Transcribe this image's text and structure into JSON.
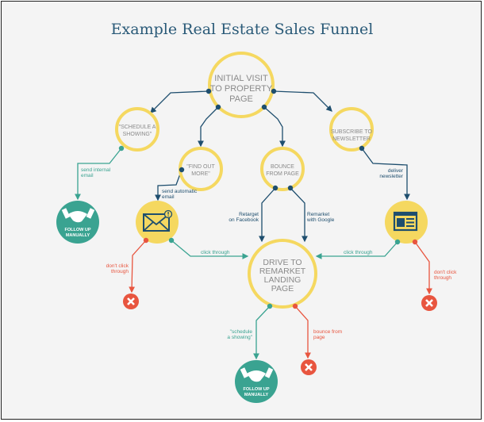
{
  "title": "Example Real Estate Sales Funnel",
  "colors": {
    "navy": "#1e4e6e",
    "teal": "#3aa391",
    "red": "#e8553f",
    "yellow": "#f5d860",
    "background": "#f4f4f4"
  },
  "nodes": {
    "initial": [
      "INITIAL VISIT",
      "TO PROPERTY",
      "PAGE"
    ],
    "schedule": [
      "\"SCHEDULE A",
      "SHOWING\""
    ],
    "find": [
      "\"FIND OUT",
      "MORE\""
    ],
    "bounce": [
      "BOUNCE",
      "FROM PAGE"
    ],
    "subscribe": [
      "SUBSCRIBE TO",
      "NEWSLETTER"
    ],
    "drive": [
      "DRIVE TO",
      "REMARKET",
      "LANDING",
      "PAGE"
    ],
    "follow_up_1": [
      "FOLLOW UP",
      "MANUALLY"
    ],
    "follow_up_2": [
      "FOLLOW UP",
      "MANUALLY"
    ],
    "email_icon": "envelope-alert-icon",
    "newsletter_icon": "newspaper-icon",
    "stop_icon": "x-icon",
    "handshake_icon": "handshake-icon"
  },
  "edges": {
    "send_internal_email": [
      "send internal",
      "email"
    ],
    "send_automatic_email": [
      "send automatic",
      "email"
    ],
    "retarget_facebook": [
      "Retarget",
      "on Facebook"
    ],
    "remarket_google": [
      "Remarket",
      "with Google"
    ],
    "deliver_newsletter": [
      "deliver",
      "newsletter"
    ],
    "click_through_left": "click through",
    "click_through_right": "click through",
    "dont_click_left": [
      "don't click",
      "through"
    ],
    "dont_click_right": [
      "don't click",
      "through"
    ],
    "schedule_showing": [
      "\"schedule",
      "a showing\""
    ],
    "bounce_from_page": [
      "bounce from",
      "page"
    ]
  }
}
